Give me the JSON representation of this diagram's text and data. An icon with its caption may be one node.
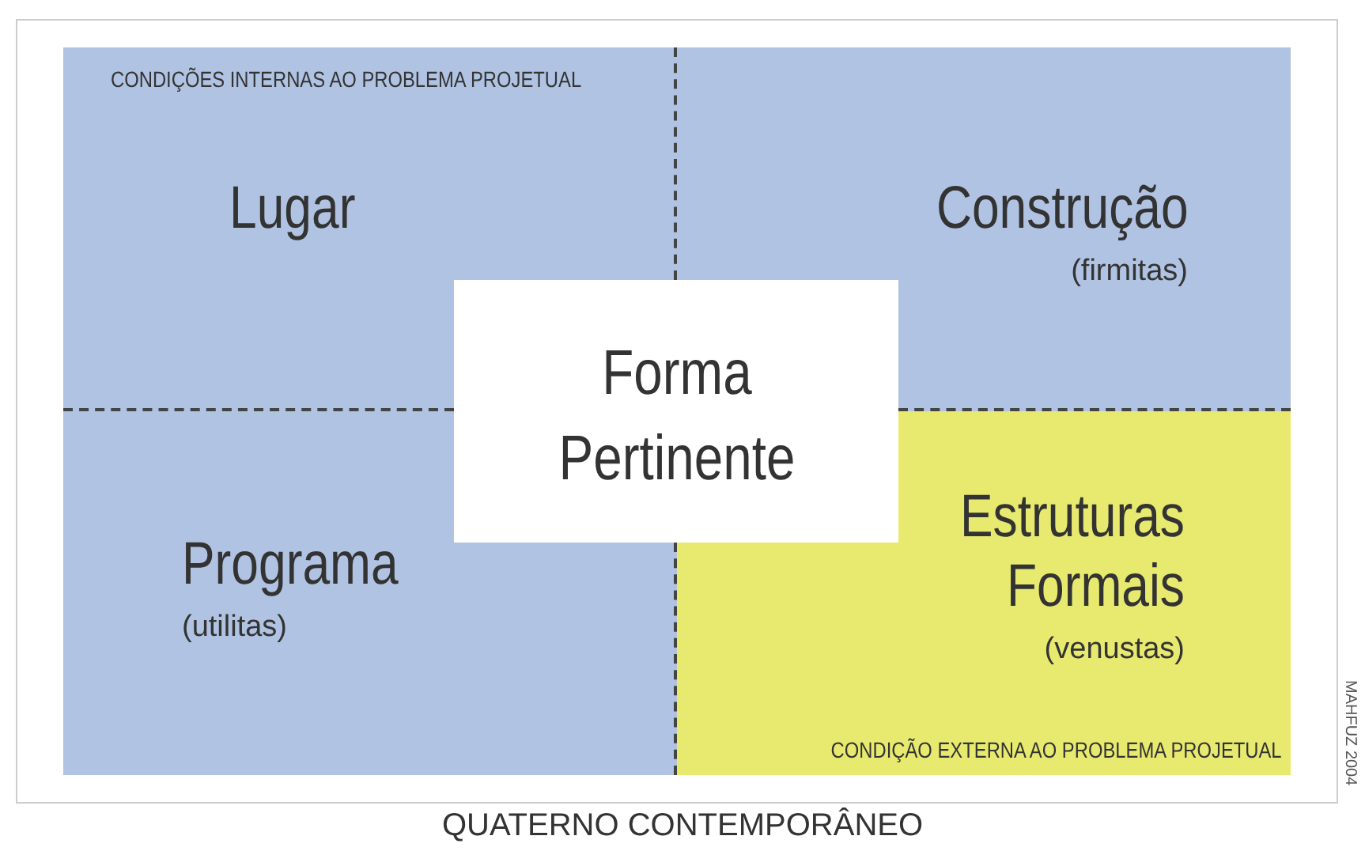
{
  "diagram": {
    "caption": "QUATERNO CONTEMPORÂNEO",
    "nodes": [
      {
        "text": [
          "Lugar"
        ]
      },
      {
        "text": [
          "Construção",
          "(firmitas)"
        ]
      },
      {
        "text": [
          "Forma Pertinente"
        ]
      },
      {
        "text": [
          "Programa",
          "(utilitas)"
        ]
      },
      {
        "text": [
          "Estruturas Formais",
          "(venustas)",
          "CONDIÇÃO EXTERNA AO PROBLEMA PROJETUAL"
        ]
      }
    ],
    "labels": [
      "CONDIÇÕES INTERNAS AO PROBLEMA PROJETUAL",
      "MAHFUZ 2004"
    ]
  }
}
